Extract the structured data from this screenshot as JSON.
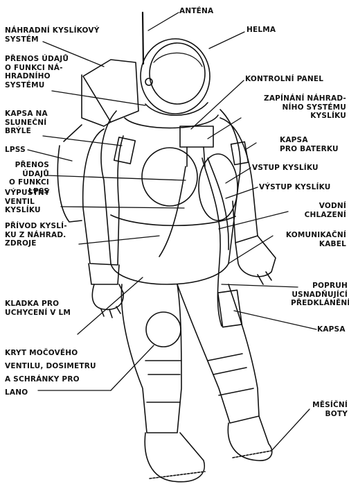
{
  "colors": {
    "ink": "#111111",
    "background": "#ffffff"
  },
  "labels": {
    "antena": "ANTÉNA",
    "helma": "HELMA",
    "nahradni_kyslikovy_system": "NÁHRADNÍ KYSLÍKOVÝ\nSYSTÉM",
    "prenos_udaju_nahradni": "PŘENOS ÚDAJŮ\nO FUNKCI NÁ-\nHRADNÍHO\nSYSTÉMU",
    "kontrolni_panel": "KONTROLNÍ PANEL",
    "zapinani_nahradniho": "ZAPÍNÁNÍ NÁHRAD-\nNÍHO SYSTÉMU\nKYSLÍKU",
    "kapsa_bryle": "KAPSA NA\nSLUNEČNÍ\nBRÝLE",
    "lpss_left": "LPSS",
    "kapsa_baterku": "KAPSA\nPRO BATERKU",
    "prenos_udaju_lpss": "PŘENOS\nÚDAJŮ\nO FUNKCI\nLPSS",
    "vstup_kysliku": "VSTUP KYSLÍKU",
    "vystup_kysliku": "VÝSTUP KYSLÍKU",
    "vypustny_ventil": "VÝPUSTNÝ\nVENTIL\nKYSLÍKU",
    "vodni_chlazeni": "VODNÍ\nCHLAZENÍ",
    "privod_kysliku": "PŘÍVOD KYSLÍ-\nKU Z NÁHRAD.\nZDROJE",
    "komunikacni_kabel": "KOMUNIKAČNÍ\nKABEL",
    "kladka": "KLADKA PRO\nUCHYCENÍ V LM",
    "popruh": "POPRUH\nUSNADŇUJÍCÍ\nPŘEDKLÁNĚNÍ",
    "kapsa": "KAPSA",
    "kryt": "KRYT MOČOVÉHO\nVENTILU, DOSIMETRU\nA SCHRÁNKY PRO\nLANO",
    "mesicni_boty": "MĚSÍČNÍ\nBOTY"
  }
}
